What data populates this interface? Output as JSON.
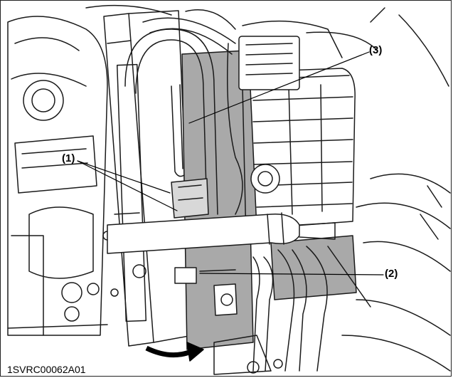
{
  "callouts": {
    "label_1": "(1)",
    "label_2": "(2)",
    "label_3": "(3)"
  },
  "figure_code": "1SVRC00062A01",
  "colors": {
    "line": "#1a1a1a",
    "shaded_panel": "#a9a9a9",
    "light_panel": "#d8d8d8",
    "background": "#ffffff"
  }
}
